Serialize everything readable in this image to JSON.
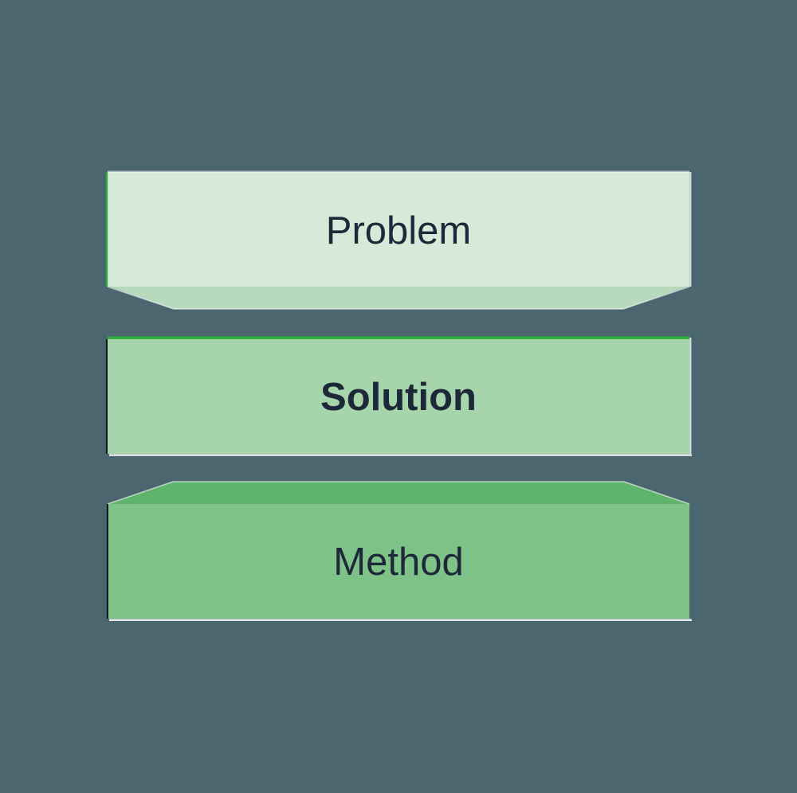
{
  "diagram": {
    "name": "problem-solution-method-stack",
    "background_color": "#4C666F",
    "text_color": "#1D2939",
    "accent_green": "#2DAF3C",
    "shadow_dark": "#10161F",
    "highlight_white": "#FFFFFF",
    "layers": [
      {
        "label": "Problem",
        "face_color": "#D6EAD9",
        "side_color": "#B7DABD",
        "emphasis": "regular"
      },
      {
        "label": "Solution",
        "face_color": "#A6D5AB",
        "side_color": "#A6D5AB",
        "emphasis": "bold"
      },
      {
        "label": "Method",
        "face_color": "#7EC287",
        "side_color": "#5FB46B",
        "emphasis": "regular"
      }
    ]
  }
}
